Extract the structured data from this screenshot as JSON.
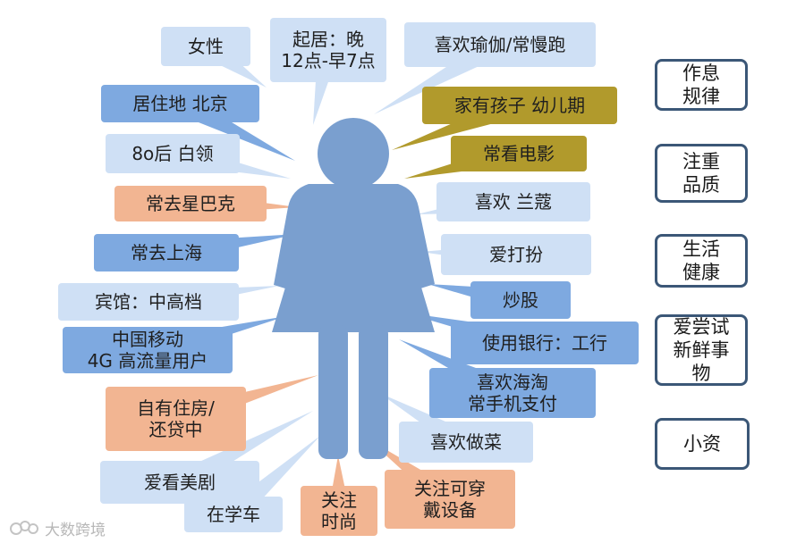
{
  "colors": {
    "light": "#cfe0f5",
    "blue": "#7ea9e0",
    "olive": "#b19a2c",
    "salmon": "#f2b592",
    "figure": "#7a9fcf",
    "tag_border": "#3b5777"
  },
  "bubbles": [
    {
      "id": "gender",
      "text": "女性",
      "color": "light"
    },
    {
      "id": "schedule",
      "text": "起居：晚\n12点-早7点",
      "color": "light"
    },
    {
      "id": "yoga",
      "text": "喜欢瑜伽/常慢跑",
      "color": "light"
    },
    {
      "id": "residence",
      "text": "居住地 北京",
      "color": "blue"
    },
    {
      "id": "kids",
      "text": "家有孩子  幼儿期",
      "color": "olive"
    },
    {
      "id": "age",
      "text": "8o后  白领",
      "color": "light"
    },
    {
      "id": "movies",
      "text": "常看电影",
      "color": "olive"
    },
    {
      "id": "starbucks",
      "text": "常去星巴克",
      "color": "salmon"
    },
    {
      "id": "lancome",
      "text": "喜欢 兰蔻",
      "color": "light"
    },
    {
      "id": "shanghai",
      "text": "常去上海",
      "color": "blue"
    },
    {
      "id": "dressup",
      "text": "爱打扮",
      "color": "light"
    },
    {
      "id": "hotel",
      "text": "宾馆：中高档",
      "color": "light"
    },
    {
      "id": "stocks",
      "text": "炒股",
      "color": "blue"
    },
    {
      "id": "mobile",
      "text": "中国移动\n4G 高流量用户",
      "color": "blue"
    },
    {
      "id": "bank",
      "text": "使用银行：工行",
      "color": "blue"
    },
    {
      "id": "taobao",
      "text": "喜欢海淘\n常手机支付",
      "color": "blue"
    },
    {
      "id": "housing",
      "text": "自有住房/\n还贷中",
      "color": "salmon"
    },
    {
      "id": "cooking",
      "text": "喜欢做菜",
      "color": "light"
    },
    {
      "id": "drama",
      "text": "爱看美剧",
      "color": "light"
    },
    {
      "id": "fashion",
      "text": "关注\n时尚",
      "color": "salmon"
    },
    {
      "id": "wearables",
      "text": "关注可穿\n戴设备",
      "color": "salmon"
    },
    {
      "id": "driving",
      "text": "在学车",
      "color": "light"
    }
  ],
  "tags": [
    {
      "id": "routine",
      "text": "作息\n规律"
    },
    {
      "id": "quality",
      "text": "注重\n品质"
    },
    {
      "id": "health",
      "text": "生活\n健康"
    },
    {
      "id": "novelty",
      "text": "爱尝试\n新鲜事\n物"
    },
    {
      "id": "petty-bourgeois",
      "text": "小资"
    }
  ],
  "watermark": {
    "text": "大数跨境",
    "icon": "brand-logo-icon"
  }
}
